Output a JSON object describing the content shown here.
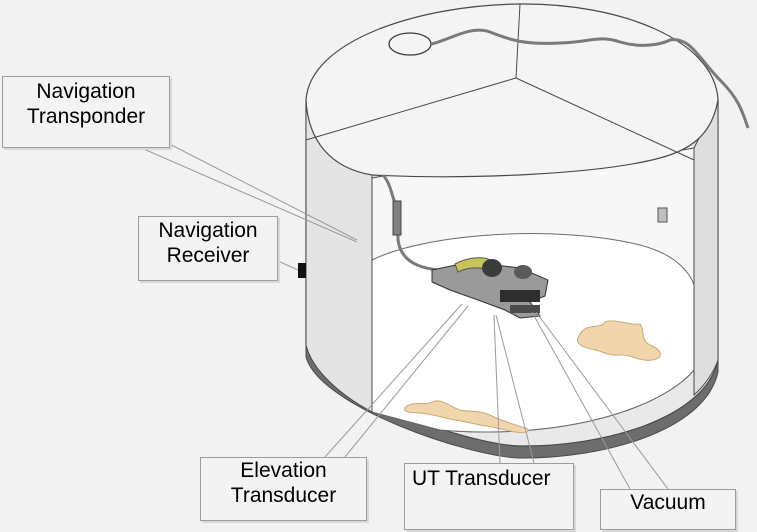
{
  "callouts": {
    "navigation_transponder": {
      "line1": "Navigation",
      "line2": "Transponder"
    },
    "navigation_receiver": {
      "line1": "Navigation",
      "line2": "Receiver"
    },
    "elevation_transducer": {
      "line1": "Elevation",
      "line2": "Transducer"
    },
    "ut_transducer": {
      "line1": "UT Transducer"
    },
    "vacuum": {
      "line1": "Vacuum"
    }
  },
  "colors": {
    "background": "#f2f2f2",
    "tank_wall": "#e8e8e8",
    "tank_wall_shade": "#d4d4d4",
    "tank_outline": "#4a4a4a",
    "tank_base": "#6d6d6d",
    "tether": "#7a7a7a",
    "sediment": "#f1d6ad",
    "callout_border": "#9c9c9c",
    "leader_line": "#9a9a9a"
  }
}
